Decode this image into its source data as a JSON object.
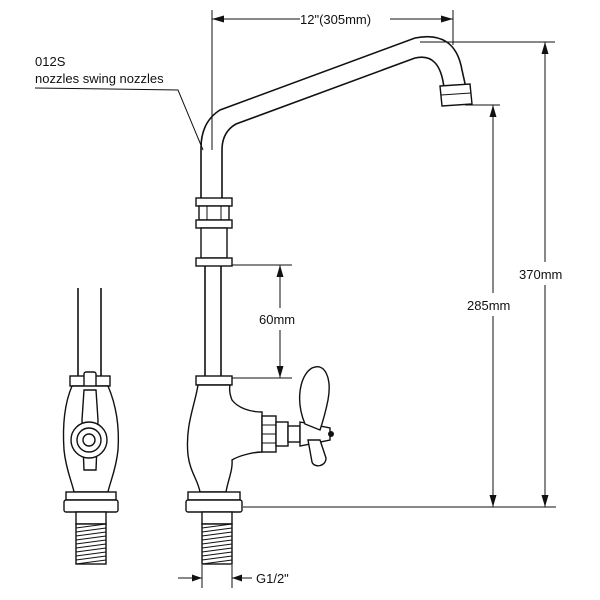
{
  "labels": {
    "model": "012S",
    "description": "nozzles swing nozzles",
    "dim_spout_reach": "12\"(305mm)",
    "dim_total_height": "370mm",
    "dim_outlet_height": "285mm",
    "dim_riser": "60mm",
    "dim_thread": "G1/2\""
  }
}
